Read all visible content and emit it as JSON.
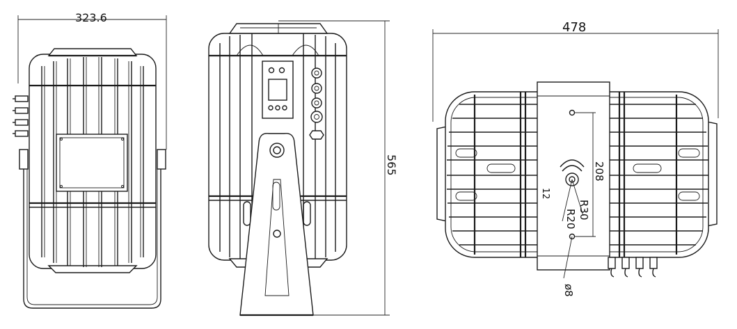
{
  "views": {
    "front": {
      "dimension_width": "323.6"
    },
    "side": {
      "dimension_height": "565"
    },
    "top": {
      "dimension_length": "478",
      "hole_spacing": "208",
      "radius_outer": "R30",
      "radius_inner": "R20",
      "slot_width": "12",
      "hole_diameter": "ø8"
    }
  }
}
